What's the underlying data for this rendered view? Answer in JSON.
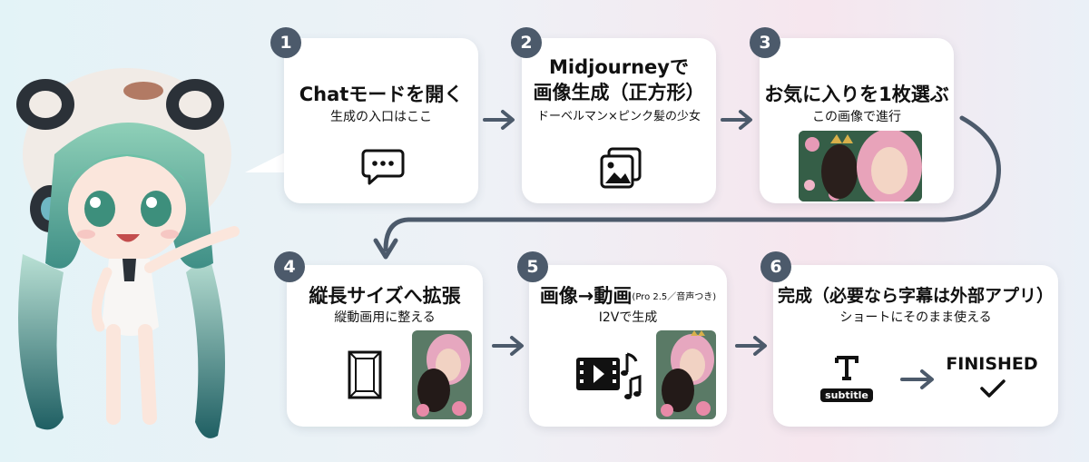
{
  "steps": [
    {
      "number": "1",
      "title": "Chatモードを開く",
      "subtitle": "生成の入口はここ",
      "icon": "chat-bubble-icon"
    },
    {
      "number": "2",
      "title_line1": "Midjourneyで",
      "title_line2": "画像生成（正方形）",
      "subtitle": "ドーベルマン×ピンク髪の少女",
      "icon": "image-gallery-icon"
    },
    {
      "number": "3",
      "title": "お気に入りを1枚選ぶ",
      "subtitle": "この画像で進行",
      "icon": "selected-photo"
    },
    {
      "number": "4",
      "title": "縦長サイズへ拡張",
      "subtitle": "縦動画用に整える",
      "icon": "portrait-frame-icon"
    },
    {
      "number": "5",
      "title_main": "画像→動画",
      "title_note": "(Pro 2.5／音声つき)",
      "subtitle": "I2Vで生成",
      "icon": "video-music-icon"
    },
    {
      "number": "6",
      "title": "完成（必要なら字幕は外部アプリ）",
      "subtitle": "ショートにそのまま使える",
      "subtitle_tag": "subtitle",
      "finished_label": "FINISHED",
      "icon": "text-t-icon"
    }
  ],
  "colors": {
    "badge": "#4c5a6b",
    "arrow": "#4c5a6b",
    "card": "#ffffff"
  }
}
